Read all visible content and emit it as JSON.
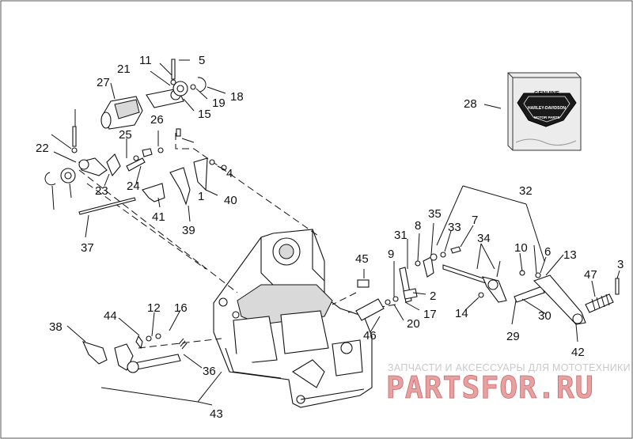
{
  "callouts": [
    "1",
    "2",
    "3",
    "4",
    "5",
    "6",
    "7",
    "8",
    "9",
    "10",
    "11",
    "12",
    "13",
    "14",
    "15",
    "16",
    "17",
    "18",
    "19",
    "20",
    "21",
    "22",
    "23",
    "24",
    "25",
    "26",
    "27",
    "28",
    "29",
    "30",
    "31",
    "32",
    "33",
    "34",
    "35",
    "36",
    "37",
    "38",
    "39",
    "40",
    "41",
    "42",
    "43",
    "44",
    "45",
    "46",
    "47"
  ],
  "watermark": {
    "caption": "ЗАПЧАСТИ И АКСЕССУАРЫ ДЛЯ МОТОТЕХНИКИ",
    "brand_a": "PARTS",
    "brand_b": "FOR",
    "brand_c": ".RU",
    "brand_color": "#e8a0a0",
    "brand_color_dark": "#c46b6b"
  },
  "logo": {
    "line1": "GENUINE",
    "line2": "HARLEY-DAVIDSON",
    "line3": "MOTOR PARTS"
  }
}
